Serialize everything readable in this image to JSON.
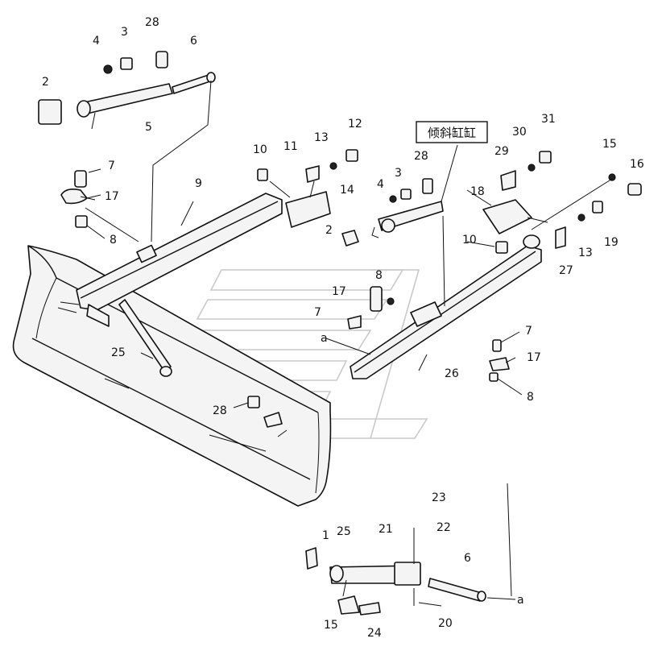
{
  "diagram": {
    "caption": "倾斜缸缸",
    "callouts": [
      "1",
      "2",
      "3",
      "4",
      "5",
      "6",
      "7",
      "8",
      "9",
      "10",
      "11",
      "12",
      "13",
      "14",
      "15",
      "16",
      "17",
      "18",
      "19",
      "20",
      "21",
      "22",
      "23",
      "24",
      "25",
      "26",
      "27",
      "28",
      "29",
      "30",
      "31",
      "a"
    ]
  }
}
